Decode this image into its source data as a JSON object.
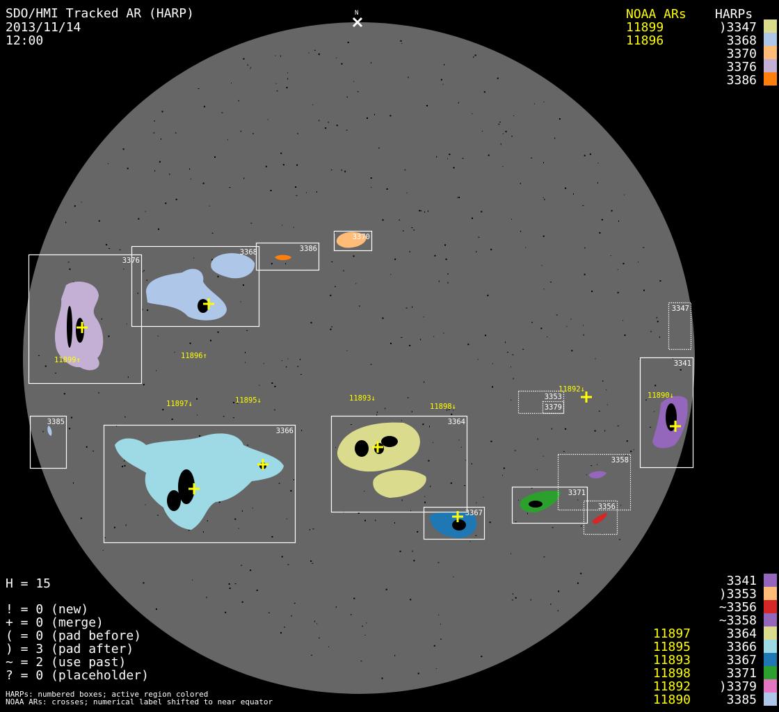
{
  "header": {
    "title": "SDO/HMI Tracked AR (HARP)",
    "date": "2013/11/14",
    "time": "12:00"
  },
  "north_label": "N",
  "legend_top": {
    "noaa_heading": "NOAA ARs",
    "harp_heading": "HARPs",
    "noaa": [
      "11899",
      "11896"
    ],
    "harps": [
      {
        "label": ")3347",
        "color": "#dbdb8d"
      },
      {
        "label": "3368",
        "color": "#aec7e8"
      },
      {
        "label": "3370",
        "color": "#ffbb78"
      },
      {
        "label": "3376",
        "color": "#c5b0d5"
      },
      {
        "label": "3386",
        "color": "#ff7f0e"
      }
    ]
  },
  "legend_bottom": {
    "noaa": [
      "11897",
      "11895",
      "11893",
      "11898",
      "11892",
      "11890"
    ],
    "harps": [
      {
        "label": "3341",
        "color": "#9467bd"
      },
      {
        "label": ")3353",
        "color": "#ffbb78"
      },
      {
        "label": "~3356",
        "color": "#d62728"
      },
      {
        "label": "~3358",
        "color": "#9467bd"
      },
      {
        "label": "3364",
        "color": "#dbdb8d"
      },
      {
        "label": "3366",
        "color": "#9edae5"
      },
      {
        "label": "3367",
        "color": "#1f77b4"
      },
      {
        "label": "3371",
        "color": "#2ca02c"
      },
      {
        "label": ")3379",
        "color": "#e377c2"
      },
      {
        "label": "3385",
        "color": "#aec7e8"
      }
    ]
  },
  "stats": {
    "h": "H = 15",
    "lines": [
      "! = 0 (new)",
      "+ = 0 (merge)",
      "( = 0 (pad before)",
      ") = 3 (pad after)",
      "~ = 2 (use past)",
      "? = 0 (placeholder)"
    ]
  },
  "footnotes": [
    "HARPs: numbered boxes; active region colored",
    "NOAA ARs: crosses; numerical label shifted to near equator"
  ],
  "regions": [
    {
      "id": "3376",
      "color": "#c5b0d5",
      "dotted": false
    },
    {
      "id": "3368",
      "color": "#aec7e8",
      "dotted": false
    },
    {
      "id": "3386",
      "color": "#ff7f0e",
      "dotted": false
    },
    {
      "id": "3370",
      "color": "#ffbb78",
      "dotted": false
    },
    {
      "id": "3347",
      "color": "#dbdb8d",
      "dotted": true
    },
    {
      "id": "3341",
      "color": "#9467bd",
      "dotted": false
    },
    {
      "id": "3353",
      "color": "#ffbb78",
      "dotted": true
    },
    {
      "id": "3379",
      "color": "#e377c2",
      "dotted": true
    },
    {
      "id": "3385",
      "color": "#aec7e8",
      "dotted": false
    },
    {
      "id": "3366",
      "color": "#9edae5",
      "dotted": false
    },
    {
      "id": "3364",
      "color": "#dbdb8d",
      "dotted": false
    },
    {
      "id": "3358",
      "color": "#9467bd",
      "dotted": true
    },
    {
      "id": "3371",
      "color": "#2ca02c",
      "dotted": false
    },
    {
      "id": "3356",
      "color": "#d62728",
      "dotted": true
    },
    {
      "id": "3367",
      "color": "#1f77b4",
      "dotted": false
    }
  ],
  "noaa_labels": [
    "11899↑",
    "11896↑",
    "11897↓",
    "11895↓",
    "11893↓",
    "11898↓",
    "11892↓",
    "11890↓"
  ],
  "colors": {
    "disk": "#666666",
    "background": "#000000",
    "noaa": "#ffff00",
    "box": "#ffffff"
  }
}
